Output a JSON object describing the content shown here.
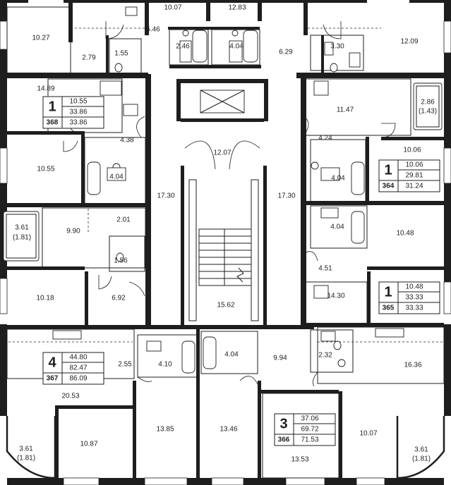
{
  "rooms": [
    {
      "id": "r1",
      "label": "10.07"
    },
    {
      "id": "r2",
      "label": "12.83"
    },
    {
      "id": "r3",
      "label": "10.27"
    },
    {
      "id": "r4",
      "label": "5.46"
    },
    {
      "id": "r5",
      "label": "2.79"
    },
    {
      "id": "r6",
      "label": "1.55"
    },
    {
      "id": "r7",
      "label": "2.46"
    },
    {
      "id": "r8",
      "label": "4.04"
    },
    {
      "id": "r9",
      "label": "6.29"
    },
    {
      "id": "r10",
      "label": "3.30"
    },
    {
      "id": "r11",
      "label": "12.09"
    },
    {
      "id": "r12",
      "label": "14.89"
    },
    {
      "id": "r13",
      "label": "11.47"
    },
    {
      "id": "r14",
      "label": "2.86"
    },
    {
      "id": "r15",
      "label": "(1.43)"
    },
    {
      "id": "r16",
      "label": "4.38"
    },
    {
      "id": "r17",
      "label": "12.07"
    },
    {
      "id": "r18",
      "label": "4.24"
    },
    {
      "id": "r19",
      "label": "10.06"
    },
    {
      "id": "r20",
      "label": "10.55"
    },
    {
      "id": "r21",
      "label": "4.04"
    },
    {
      "id": "r22",
      "label": "17.30"
    },
    {
      "id": "r23",
      "label": "17.30"
    },
    {
      "id": "r24",
      "label": "4.04"
    },
    {
      "id": "r25",
      "label": "3.61"
    },
    {
      "id": "r26",
      "label": "(1.81)"
    },
    {
      "id": "r27",
      "label": "9.90"
    },
    {
      "id": "r28",
      "label": "2.01"
    },
    {
      "id": "r29",
      "label": "4.04"
    },
    {
      "id": "r30",
      "label": "10.48"
    },
    {
      "id": "r31",
      "label": "1.56"
    },
    {
      "id": "r32",
      "label": "4.51"
    },
    {
      "id": "r33",
      "label": "10.18"
    },
    {
      "id": "r34",
      "label": "6.92"
    },
    {
      "id": "r35",
      "label": "14.30"
    },
    {
      "id": "r36",
      "label": "15.62"
    },
    {
      "id": "r37",
      "label": "2.55"
    },
    {
      "id": "r38",
      "label": "4.10"
    },
    {
      "id": "r39",
      "label": "4.04"
    },
    {
      "id": "r40",
      "label": "9.94"
    },
    {
      "id": "r41",
      "label": "2.32"
    },
    {
      "id": "r42",
      "label": "16.36"
    },
    {
      "id": "r43",
      "label": "20.53"
    },
    {
      "id": "r44",
      "label": "13.85"
    },
    {
      "id": "r45",
      "label": "13.46"
    },
    {
      "id": "r46",
      "label": "10.07"
    },
    {
      "id": "r47",
      "label": "3.61"
    },
    {
      "id": "r48",
      "label": "(1.81)"
    },
    {
      "id": "r49",
      "label": "10.87"
    },
    {
      "id": "r50",
      "label": "13.53"
    },
    {
      "id": "r51",
      "label": "3.61"
    },
    {
      "id": "r52",
      "label": "(1.81)"
    }
  ],
  "apartments": [
    {
      "id": "368",
      "rooms": "1",
      "number": "368",
      "living": "10.55",
      "total": "33.86",
      "total_with_balcony": "33.86"
    },
    {
      "id": "364",
      "rooms": "1",
      "number": "364",
      "living": "10.06",
      "total": "29.81",
      "total_with_balcony": "31.24"
    },
    {
      "id": "365",
      "rooms": "1",
      "number": "365",
      "living": "10.48",
      "total": "33.33",
      "total_with_balcony": "33.33"
    },
    {
      "id": "367",
      "rooms": "4",
      "number": "367",
      "living": "44.80",
      "total": "82.47",
      "total_with_balcony": "86.09"
    },
    {
      "id": "366",
      "rooms": "3",
      "number": "366",
      "living": "37.06",
      "total": "69.72",
      "total_with_balcony": "71.53"
    }
  ]
}
